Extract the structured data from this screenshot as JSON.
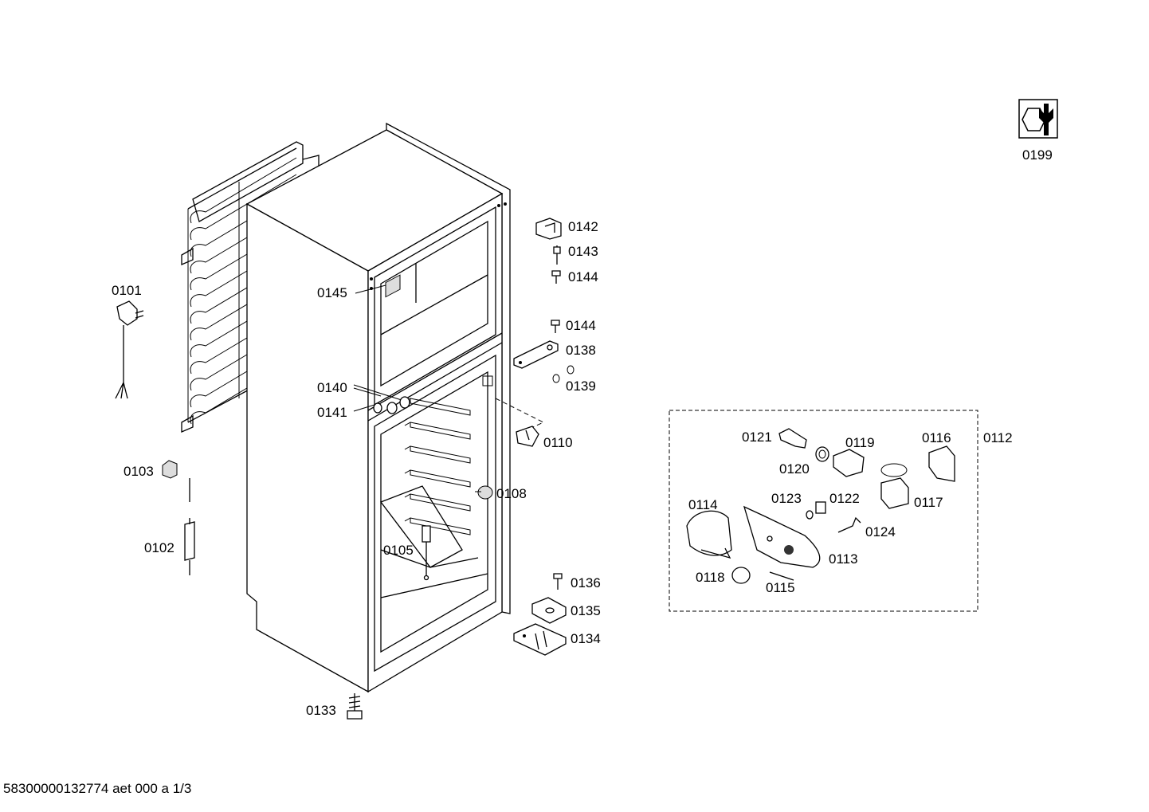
{
  "service_icon": {
    "name": "wrench-icon",
    "label": "0199"
  },
  "parts": [
    {
      "id": "p0101",
      "label": "0101"
    },
    {
      "id": "p0103",
      "label": "0103"
    },
    {
      "id": "p0102",
      "label": "0102"
    },
    {
      "id": "p0145",
      "label": "0145"
    },
    {
      "id": "p0140",
      "label": "0140"
    },
    {
      "id": "p0141",
      "label": "0141"
    },
    {
      "id": "p0105",
      "label": "0105"
    },
    {
      "id": "p0108",
      "label": "0108"
    },
    {
      "id": "p0133",
      "label": "0133"
    },
    {
      "id": "p0142",
      "label": "0142"
    },
    {
      "id": "p0143",
      "label": "0143"
    },
    {
      "id": "p0144a",
      "label": "0144"
    },
    {
      "id": "p0144b",
      "label": "0144"
    },
    {
      "id": "p0138",
      "label": "0138"
    },
    {
      "id": "p0139",
      "label": "0139"
    },
    {
      "id": "p0110",
      "label": "0110"
    },
    {
      "id": "p0136",
      "label": "0136"
    },
    {
      "id": "p0135",
      "label": "0135"
    },
    {
      "id": "p0134",
      "label": "0134"
    },
    {
      "id": "p0112",
      "label": "0112"
    },
    {
      "id": "p0121",
      "label": "0121"
    },
    {
      "id": "p0119",
      "label": "0119"
    },
    {
      "id": "p0116",
      "label": "0116"
    },
    {
      "id": "p0120",
      "label": "0120"
    },
    {
      "id": "p0117",
      "label": "0117"
    },
    {
      "id": "p0114",
      "label": "0114"
    },
    {
      "id": "p0123",
      "label": "0123"
    },
    {
      "id": "p0122",
      "label": "0122"
    },
    {
      "id": "p0124",
      "label": "0124"
    },
    {
      "id": "p0113",
      "label": "0113"
    },
    {
      "id": "p0118",
      "label": "0118"
    },
    {
      "id": "p0115",
      "label": "0115"
    }
  ],
  "footer": {
    "document_id": "58300000132774 aet 000 a 1/3"
  }
}
